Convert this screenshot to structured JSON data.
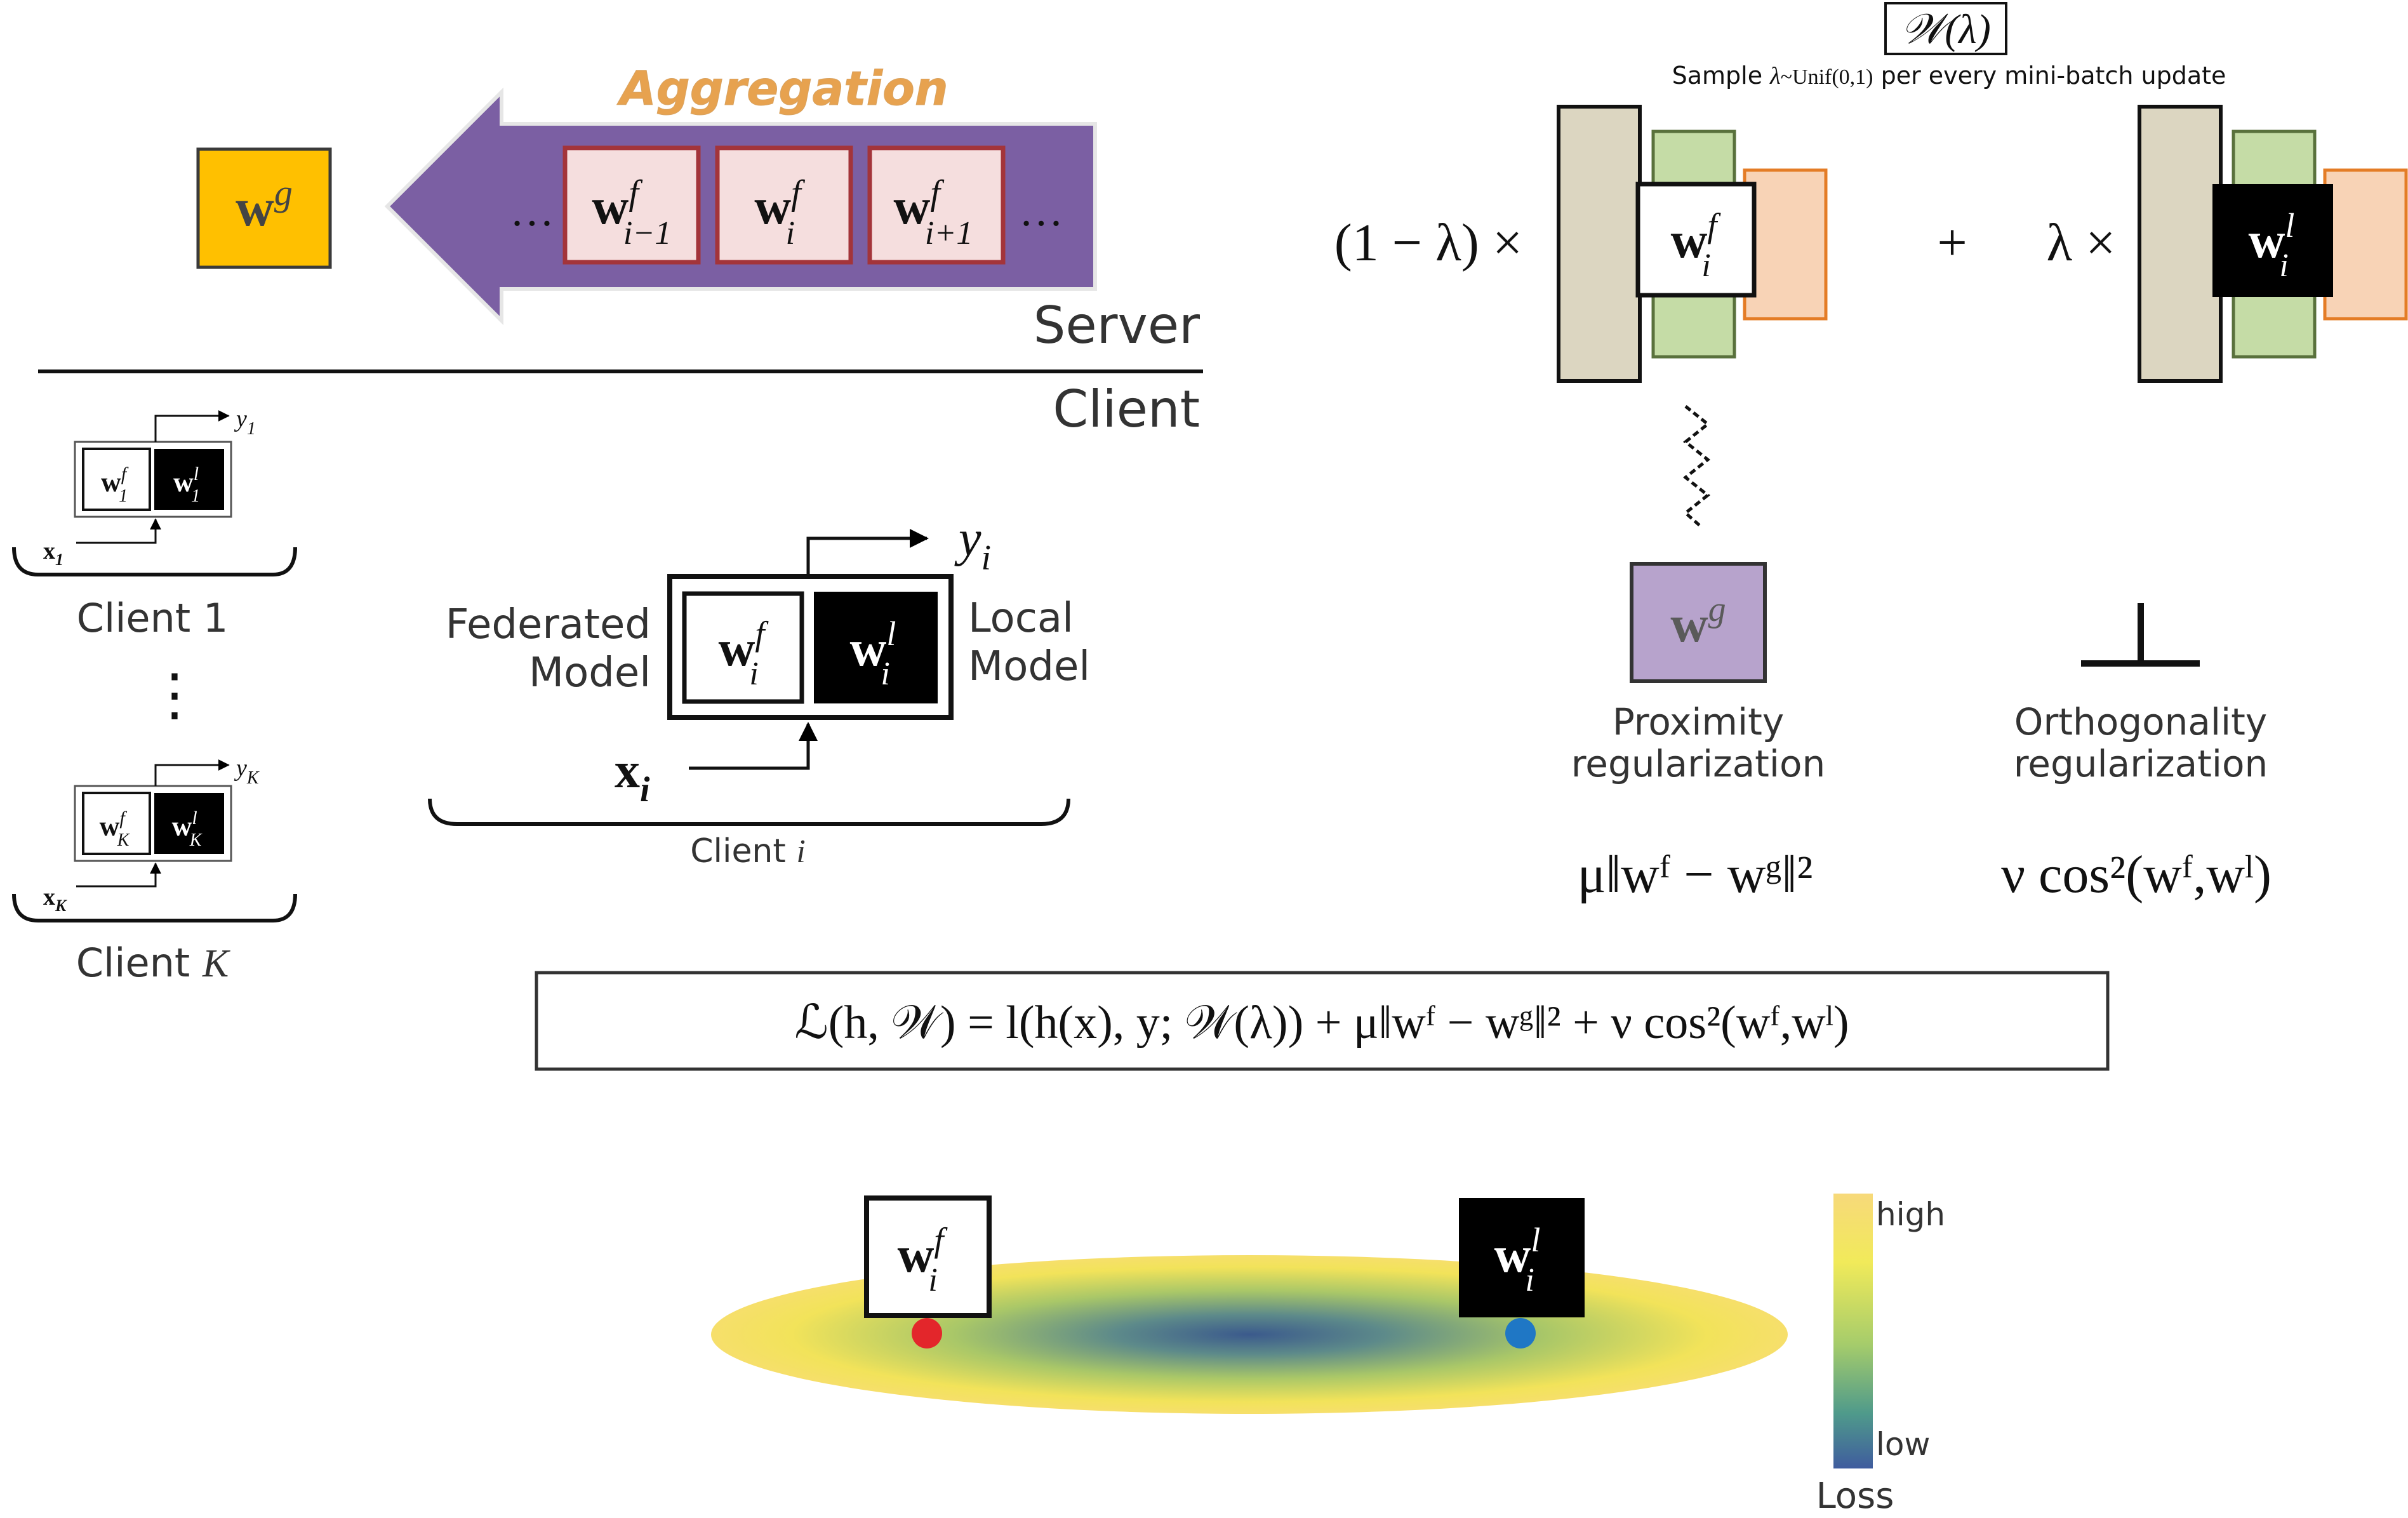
{
  "server": {
    "label": "Server",
    "aggregation_label": "Aggregation",
    "global_weight": {
      "base": "w",
      "sup": "g"
    },
    "stream": [
      {
        "base": "w",
        "sup": "f",
        "sub": "i−1"
      },
      {
        "base": "w",
        "sup": "f",
        "sub": "i"
      },
      {
        "base": "w",
        "sup": "f",
        "sub": "i+1"
      }
    ],
    "ellipsis": "…"
  },
  "client": {
    "label": "Client",
    "client1": {
      "name": "Client 1",
      "fed": {
        "base": "w",
        "sup": "f",
        "sub": "1"
      },
      "loc": {
        "base": "w",
        "sup": "l",
        "sub": "1"
      },
      "x": {
        "base": "x",
        "sub": "1"
      },
      "y": {
        "base": "y",
        "sub": "1"
      }
    },
    "clientK": {
      "name_prefix": "Client ",
      "name_var": "K",
      "fed": {
        "base": "w",
        "sup": "f",
        "sub": "K"
      },
      "loc": {
        "base": "w",
        "sup": "l",
        "sub": "K"
      },
      "x": {
        "base": "x",
        "sub": "K"
      },
      "y": {
        "base": "y",
        "sub": "K"
      }
    },
    "vdots": "⋮",
    "clienti": {
      "name_prefix": "Client ",
      "name_var": "i",
      "federated_label_1": "Federated",
      "federated_label_2": "Model",
      "local_label_1": "Local",
      "local_label_2": "Model",
      "fed": {
        "base": "w",
        "sup": "f",
        "sub": "i"
      },
      "loc": {
        "base": "w",
        "sup": "l",
        "sub": "i"
      },
      "x": {
        "base": "x",
        "sub": "i"
      },
      "y": {
        "base": "y",
        "sub": "i"
      }
    }
  },
  "mixing": {
    "title": "𝒲(λ)",
    "sample_prefix": "Sample ",
    "sample_var": "λ",
    "sample_dist": "~Unif(0,1)",
    "sample_suffix": " per every mini-batch update",
    "left_coef": "(1 − λ) ×",
    "plus": "+",
    "right_coef": "λ ×",
    "fed": {
      "base": "w",
      "sup": "f",
      "sub": "i"
    },
    "loc": {
      "base": "w",
      "sup": "l",
      "sub": "i"
    }
  },
  "regularization": {
    "global": {
      "base": "w",
      "sup": "g"
    },
    "proximity_1": "Proximity",
    "proximity_2": "regularization",
    "orthogonality_1": "Orthogonality",
    "orthogonality_2": "regularization",
    "proximity_formula": "μ‖wᶠ − wᵍ‖²",
    "orthogonality_formula": "ν cos²(wᶠ,wˡ)"
  },
  "loss_formula": "ℒ(h, 𝒲) = l(h(x), y; 𝒲(λ)) + μ‖wᶠ − wᵍ‖² + ν cos²(wᶠ,wˡ)",
  "landscape": {
    "fed": {
      "base": "w",
      "sup": "f",
      "sub": "i"
    },
    "loc": {
      "base": "w",
      "sup": "l",
      "sub": "i"
    },
    "colorbar_high": "high",
    "colorbar_low": "low",
    "colorbar_title": "Loss"
  },
  "colors": {
    "server_arrow": "#7b5fa3",
    "aggregation_text": "#e7a24f",
    "global_box": "#ffc000",
    "stream_box": "#f5dede",
    "stream_border": "#a3343a",
    "backbone": "#dcd6c1",
    "green_layer": "#c5dca6",
    "green_border": "#59713c",
    "orange_layer": "#f8d3b6",
    "orange_border": "#e47c26",
    "prox_box": "#b7a3cc",
    "red_line": "#e3262b",
    "blue_line": "#1f77c5"
  }
}
